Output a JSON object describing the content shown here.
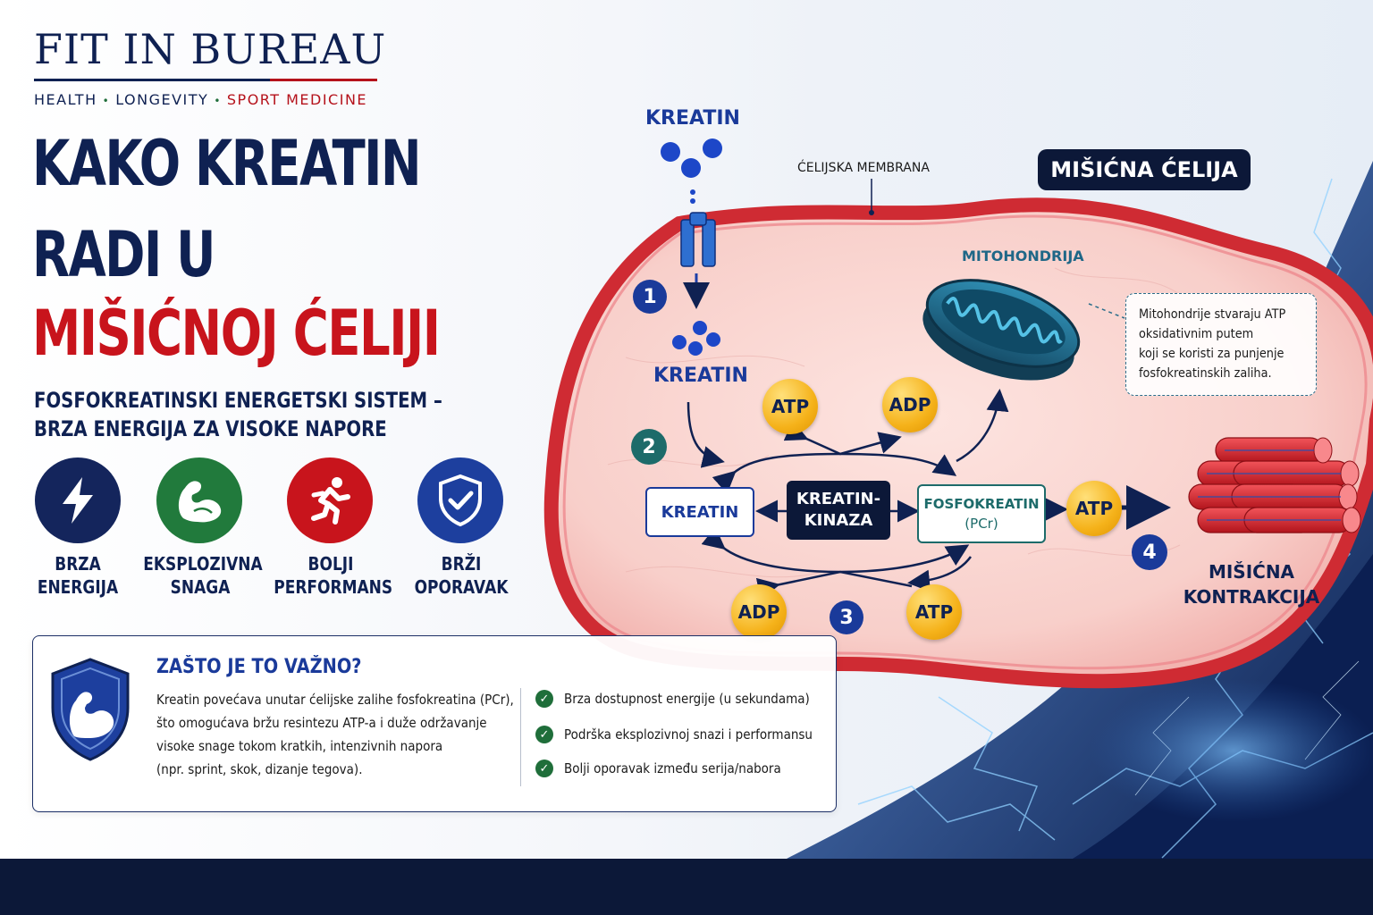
{
  "brand": {
    "title": "FIT IN BUREAU",
    "tagline": {
      "part1": "HEALTH",
      "part2": "LONGEVITY",
      "part3": "SPORT MEDICINE",
      "separator": "•"
    }
  },
  "headline": {
    "line1": "KAKO KREATIN",
    "line2": "RADI U",
    "line3": "MIŠIĆNOJ ĆELIJI"
  },
  "subhead": {
    "line1": "FOSFOKREATINSKI ENERGETSKI SISTEM –",
    "line2": "BRZA ENERGIJA ZA VISOKE NAPORE"
  },
  "benefits": [
    {
      "icon": "lightning-icon",
      "color": "#14255c",
      "line1": "BRZA",
      "line2": "ENERGIJA"
    },
    {
      "icon": "flexed-arm-icon",
      "color": "#217a3c",
      "line1": "EKSPLOZIVNA",
      "line2": "SNAGA"
    },
    {
      "icon": "runner-icon",
      "color": "#c8141c",
      "line1": "BOLJI",
      "line2": "PERFORMANS"
    },
    {
      "icon": "shield-check-icon",
      "color": "#1d3f9e",
      "line1": "BRŽI",
      "line2": "OPORAVAK"
    }
  ],
  "info": {
    "title": "ZAŠTO JE TO VAŽNO?",
    "text": [
      "Kreatin povećava unutar ćelijske zalihe fosfokreatina (PCr),",
      "što omogućava bržu resintezu ATP-a i duže održavanje",
      "visoke snage tokom kratkih, intenzivnih napora",
      "(npr. sprint, skok, dizanje tegova)."
    ],
    "checks": [
      "Brza dostupnost energije (u sekundama)",
      "Podrška eksplozivnoj snazi i performansu",
      "Bolji oporavak između serija/nabora"
    ]
  },
  "diagram": {
    "kreatin_top": "KREATIN",
    "kreatin_inside": "KREATIN",
    "membrane_label": "ĆELIJSKA MEMBRANA",
    "cell_label": "MIŠIĆNA ĆELIJA",
    "mito_label": "MITOHONDRIJA",
    "mito_note": [
      "Mitohondrije stvaraju ATP",
      "oksidativnim putem",
      "koji se koristi za punjenje",
      "fosfokreatinskih zaliha."
    ],
    "box_kreatin": "KREATIN",
    "box_kinase_line1": "KREATIN-",
    "box_kinase_line2": "KINAZA",
    "box_pcr_line1": "FOSFOKREATIN",
    "box_pcr_line2": "(PCr)",
    "atp_top": "ATP",
    "adp_top": "ADP",
    "adp_bottom": "ADP",
    "atp_bottom": "ATP",
    "atp_right": "ATP",
    "steps": [
      "1",
      "2",
      "3",
      "4"
    ],
    "contraction_line1": "MIŠIĆNA",
    "contraction_line2": "KONTRAKCIJA"
  },
  "colors": {
    "navy": "#0f2152",
    "brand_red": "#c8141c",
    "green": "#1f6e3a",
    "royal_blue": "#1a3a9a",
    "cell_membrane": "#d7323a",
    "cell_interior": "#f8d3cf",
    "mitochondria": "#1f6787",
    "atp_yellow": "#f5b21a"
  }
}
